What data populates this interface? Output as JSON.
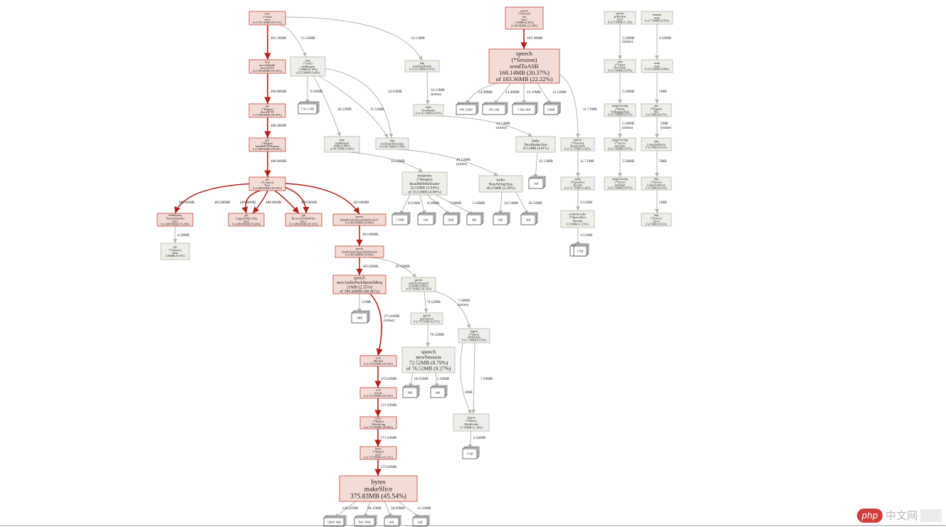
{
  "nodes": {
    "http_conn_serve": [
      "http",
      "(*conn)",
      "serve",
      "0 of 491.36MB (59.51%)"
    ],
    "http_serverhandler": [
      "http",
      "serverHandler",
      "ServeHTTP",
      "0 of 490.86MB (59.45%)"
    ],
    "gin_engine_servehttp": [
      "gin",
      "(*Engine)",
      "ServeHTTP",
      "0 of 488.86MB (59.20%)"
    ],
    "gin_engine_handlehttp": [
      "gin",
      "(*Engine)",
      "handleHTTPRequest",
      "0 of 488.86MB (59.20%)"
    ],
    "gin_context_next": [
      "gin",
      "(*Context)",
      "Next",
      "0 of 488.86MB (59.20%)"
    ],
    "middleware_timeout": [
      "middleware",
      "TimeoutHandler",
      "func1",
      "0 of 488.86MB (59.20%)"
    ],
    "gin_logger": [
      "gin",
      "LoggerWithConfig",
      "func1",
      "0 of 488.86MB (59.20%)"
    ],
    "gin_recovery": [
      "gin",
      "RecoveryWithWriter",
      "func1",
      "0 of 488.86MB (59.20%)"
    ],
    "speech_handle_audio": [
      "speech",
      "HandleAudioStreamWebSocketV",
      "0 of 483.86MB (58.60%)"
    ],
    "gin_context_bind": [
      "gin",
      "(*Context)",
      "Bind",
      "4.50MB (0.55%)"
    ],
    "speech_handle_func": [
      "speech",
      "handleAudioSpeechWebSocket",
      "0 of 483.86MB (58.60%)"
    ],
    "speech_new_req": [
      "speech",
      "newAudioPackSpeechReq",
      "21MB (2.55%)",
      "of 396.84MB (48.06%)"
    ],
    "speech_audiopack": [
      "speech",
      "audioPackSpeech",
      "0.50MB (0.06%)",
      "of 87.02MB (10.54%)"
    ],
    "speech_goflush": [
      "speech",
      "goFunction",
      "0 of 76.52MB (9.27%)"
    ],
    "speech_newsession": [
      "speech",
      "newSession",
      "72.52MB (8.79%)",
      "of 76.52MB (9.27%)"
    ],
    "logrus_func": [
      "logrus",
      "(*Entry)",
      "WithFields",
      "0 of 7.50MB (0.91%)"
    ],
    "logrus_withfields": [
      "logrus",
      "(*Entry)",
      "WithFields",
      "11.50MB (1.39%)"
    ],
    "json_marshal": [
      "json",
      "Marshal",
      "0 of 375.83MB (45.52%)"
    ],
    "json_encode": [
      "json",
      "encode",
      "0 of 375.83MB (45.52%)"
    ],
    "bytes_write": [
      "bytes",
      "(*Buffer)",
      "WriteString",
      "0 of 371.83MB (45.04%)"
    ],
    "bytes_grow": [
      "bytes",
      "(*Buffer)",
      "grow",
      "0 of 375.83MB (45.52%)"
    ],
    "bytes_makeslice": [
      "bytes",
      "makeSlice",
      "375.83MB (45.54%)"
    ],
    "http_conn_readreq": [
      "http",
      "(*conn)",
      "readRequest",
      "1.50MB (0.18%)",
      "of 53.54MB (6.42%)"
    ],
    "http_readrequest": [
      "http",
      "readRequest",
      "4MB (0.48%)",
      "of 36.52MB (4.42%)"
    ],
    "http_newbufioreader": [
      "http",
      "newBufioReader",
      "0 of 33.13MB (4.01%)"
    ],
    "bufio_newreader": [
      "bufio",
      "NewReader",
      "0 of 33.13MB (4.01%)"
    ],
    "http_newbufiowriter": [
      "http",
      "newBufioWriterSize",
      "0 of 46.15MB (5.59%)"
    ],
    "bufio_newreadersize": [
      "bufio",
      "NewReaderSize",
      "33.13MB (4.01%)"
    ],
    "textproto_readmime": [
      "textproto",
      "(*Reader)",
      "ReadMIMEHeader",
      "32.52MB (3.94%)",
      "of 33.52MB (4.06%)"
    ],
    "bufio_newwritersize": [
      "bufio",
      "NewWriterSize",
      "46.15MB (5.59%)"
    ],
    "speech_session_top": [
      "speech",
      "(*Session)",
      "run",
      "func1",
      "1.50MB (0.18%)",
      "of 184.86MB (22.38%)"
    ],
    "speech_sendtoasr": [
      "speech",
      "(*Session)",
      "sendToASR",
      "168.14MB (20.37%)",
      "of 183.36MB (22.22%)"
    ],
    "speech_session_decode": [
      "speech",
      "(*Session)",
      "decodeAudio",
      "0 of 11.71MB (1.42%)"
    ],
    "audio_opus": [
      "audio",
      "(*OpusDec)",
      "Decode",
      "0 of 11.71MB (1.42%)"
    ],
    "audiodecoder": [
      "audiodecoder",
      "(*SpeexDec)",
      "Decode",
      "0.51MB (1.25%)"
    ],
    "r1_runtime_gc": [
      "speech",
      "goRoutine",
      "func1",
      "0 of 5.50MB (1.12%)"
    ],
    "r1_timer": [
      "time",
      "(*Timer)",
      "NewTimer",
      "0 of 5.50MB (0.67%)"
    ],
    "r1_jaeger1": [
      "jaeger/tracing",
      "(*Span)",
      "SetBaggageItem",
      "0 of 5.50MB (0.67%)"
    ],
    "r1_jaeger2": [
      "jaeger/tracing",
      "(*Tracer)",
      "newSpan",
      "0 of 5.50MB (0.67%)"
    ],
    "r1_jaeger3": [
      "jaeger/tracing",
      "(*Tracer)",
      "startSpan",
      "0 of 5.50MB (0.67%)"
    ],
    "r2_runtime_main": [
      "runtime",
      "main",
      "0 of 7.50MB (0.91%)"
    ],
    "r2_main": [
      "main",
      "main",
      "0 of 6.50MB (0.80%)"
    ],
    "r2_gin_engine": [
      "gin",
      "(*Engine)",
      "Run",
      "0 of 5MB (0.61%)"
    ],
    "r2_http_listen": [
      "http",
      "ListenAndServe",
      "0 of 5MB (0.61%)"
    ],
    "r2_http_server": [
      "http",
      "(*Server)",
      "ListenAndServe",
      "0 of 5MB (0.61%)"
    ],
    "r2_http_serve": [
      "http",
      "(*Server)",
      "Serve",
      "0 of 5MB (0.61%)"
    ]
  },
  "edges": {
    "e1": "491.36MB",
    "e2": "51.54MB",
    "e3": "33.13MB",
    "e4": "490.86MB",
    "e5": "488.86MB",
    "e6": "488.86MB",
    "e7": "488.86MB",
    "e8": "483.86MB",
    "e9": "488.86MB",
    "e10": "488.86MB",
    "e11": "488.86MB",
    "e12": "483.86MB",
    "e13": "4.50MB",
    "e14": "483.86MB",
    "e15": "396.84MB",
    "e16": "87.02MB",
    "e17": "21MB",
    "e18": "375.83MB",
    "e19": "(inline)",
    "e20": "76.52MB",
    "e21": "76.52MB",
    "e22": "7.50MB",
    "e23": "(inline)",
    "e24": "66.01MB",
    "e25": "5.50MB",
    "e26": "4MB",
    "e27": "7.50MB",
    "e28": "6.50MB",
    "e29": "375.83MB",
    "e30": "371.83MB",
    "e31": "371.83MB",
    "e32": "375.83MB",
    "e33": "249.45MB",
    "e34": "48.32MB",
    "e35": "38.09MB",
    "e36": "31.24MB",
    "e37": "0.50MB",
    "e38": "36.52MB",
    "e39": "11.52MB",
    "e40": "34.63MB",
    "e41": "33.13MB",
    "e42": "(inline)",
    "e43": "33.13MB",
    "e44": "(inline)",
    "e45": "46.15MB",
    "e46": "(inline)",
    "e47": "33.52MB",
    "e48": "32.13MB",
    "e49": "0.51MB",
    "e50": "8.50MB",
    "e51": "7.50MB",
    "e52": "5.50MB",
    "e53": "34.13MB",
    "e54": "10.52MB",
    "e55": "183.36MB",
    "e56": "54.98MB",
    "e57": "24.48MB",
    "e58": "23.19MB",
    "e59": "12.14MB",
    "e60": "11.71MB",
    "e61": "11.71MB",
    "e62": "9.51MB",
    "e63": "4.51MB",
    "e64": "5.50MB",
    "e65": "(inline)",
    "e66": "5.50MB",
    "e67": "5.50MB",
    "e68": "(inline)",
    "e69": "5.50MB",
    "e70": "6.50MB",
    "e71": "5MB",
    "e72": "5MB",
    "e73": "(inline)",
    "e74": "5MB",
    "e75": "5MB"
  },
  "leaves": {
    "l1": "1.50..2.5kB",
    "l2": "2MB",
    "l3": "8kB",
    "l4": "4kB",
    "l5": "17kB",
    "l6": "128kB..4kB",
    "l7": "5kB..50kB",
    "l8": "4kB",
    "l9": "2kB",
    "l10": "1.5MB",
    "l11": "1kB",
    "l12": "32kB",
    "l13": "4kB",
    "l14": "4kB",
    "l15": "2kB",
    "l16": "1kB",
    "l17": "5kB",
    "l18": "896..9.6kB",
    "l19": "384..2kB",
    "l20": "1.5kB..6kB",
    "l21": "2kB",
    "l22": "17kB",
    "l23": "128kB"
  },
  "watermark": {
    "logo_text": "php",
    "text": "中文网"
  },
  "colors": {
    "hot_fill": "#f4dcd6",
    "hot_stroke": "#b2221a",
    "cold_fill": "#efeee9",
    "cold_stroke": "#b8b5ad"
  }
}
